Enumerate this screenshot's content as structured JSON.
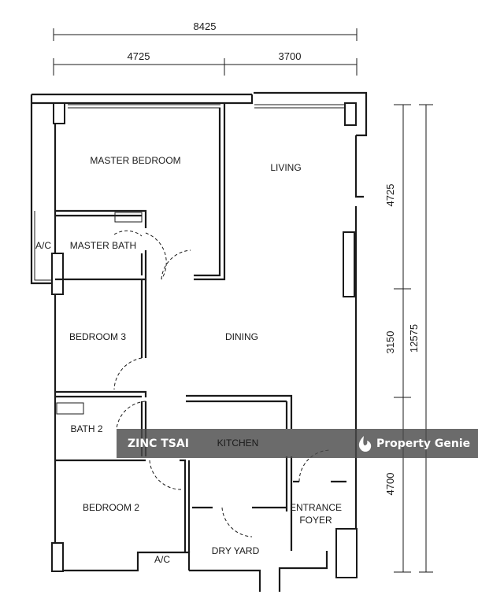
{
  "dimensions": {
    "top_total": "8425",
    "top_left": "4725",
    "top_right": "3700",
    "side_top": "4725",
    "side_middle": "3150",
    "side_bottom": "4700",
    "side_total": "12575"
  },
  "rooms": {
    "master_bedroom": "MASTER BEDROOM",
    "living": "LIVING",
    "ac_left": "A/C",
    "master_bath": "MASTER BATH",
    "bedroom_3": "BEDROOM 3",
    "dining": "DINING",
    "bath_2": "BATH 2",
    "kitchen": "KITCHEN",
    "entrance_foyer_line1": "ENTRANCE",
    "entrance_foyer_line2": "FOYER",
    "bedroom_2": "BEDROOM 2",
    "ac_bottom": "A/C",
    "dry_yard": "DRY YARD"
  },
  "watermark": {
    "agent": "ZINC TSAI",
    "brand": "Property Genie",
    "band_color": "#4a4a4a"
  }
}
